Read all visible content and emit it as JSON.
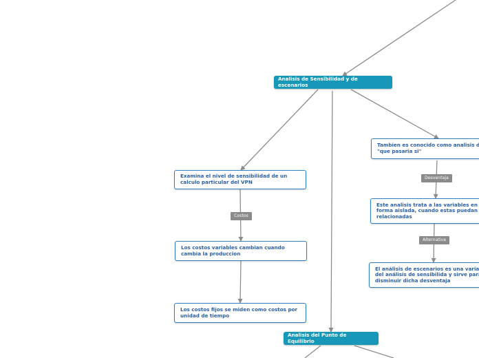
{
  "nodes": {
    "sensibilidad": "Analisis de Sensibilidad y de escenarios",
    "examina": "Examina el nivel de sensibilidad de un calculo particular del VPN",
    "variables": "Los costos variables cambian cuando cambia la produccion",
    "fijos": "Los costos fijos se miden como costos por unidad de tiempo",
    "conocido": "Tambien es conocido como analisis de \"que pasaria si\"",
    "aislada": "Este analisis trata a las variables en forma aislada, cuando estas puedan estar relacionadas",
    "escenarios": "El análisis de escenarios es una variante del análisis de sensibilida y sirve para disminuir dicha desventaja",
    "equilibrio": "Analisis del Punto de Equilibrio"
  },
  "labels": {
    "costos": "Costos",
    "desventaja": "Desventaja",
    "alternativa": "Alternativa"
  },
  "colors": {
    "main_fill": "#1798b8",
    "node_border": "#2f7ec3",
    "node_text": "#2a5fa8",
    "connector": "#8c8c8c",
    "label_fill": "#8b8b8b"
  }
}
